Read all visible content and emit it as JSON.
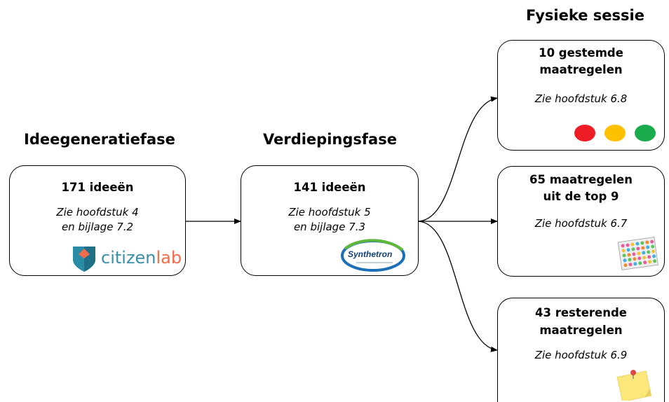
{
  "phases": {
    "ideation": {
      "heading": "Ideegeneratiefase",
      "title": "171 ideeën",
      "ref_line1": "Zie hoofdstuk 4",
      "ref_line2": "en bijlage 7.2",
      "logo_text_a": "citizen",
      "logo_text_b": "lab",
      "logo_colors": {
        "text_a": "#3a8fa8",
        "text_b": "#f26b4a",
        "shield": "#2a8ba6",
        "shield_accent": "#f26b4a"
      }
    },
    "deepening": {
      "heading": "Verdiepingsfase",
      "title": "141 ideeën",
      "ref_line1": "Zie hoofdstuk 5",
      "ref_line2": "en bijlage 7.3",
      "logo_text": "Synthetron",
      "logo_colors": {
        "ring": "#1d6fb8",
        "swoosh": "#5fb83a"
      }
    },
    "physical": {
      "heading": "Fysieke sessie",
      "boxes": [
        {
          "title_line1": "10 gestemde",
          "title_line2": "maatregelen",
          "ref": "Zie hoofdstuk 6.8",
          "icon": "traffic-light-dots",
          "dot_colors": [
            "#ee1c24",
            "#ffc000",
            "#1aab4c"
          ]
        },
        {
          "title_line1": "65 maatregelen",
          "title_line2": "uit de top 9",
          "ref": "Zie hoofdstuk 6.7",
          "icon": "sticker-sheets"
        },
        {
          "title_line1": "43 resterende",
          "title_line2": "maatregelen",
          "ref": "Zie hoofdstuk 6.9",
          "icon": "pinned-note"
        }
      ]
    }
  }
}
